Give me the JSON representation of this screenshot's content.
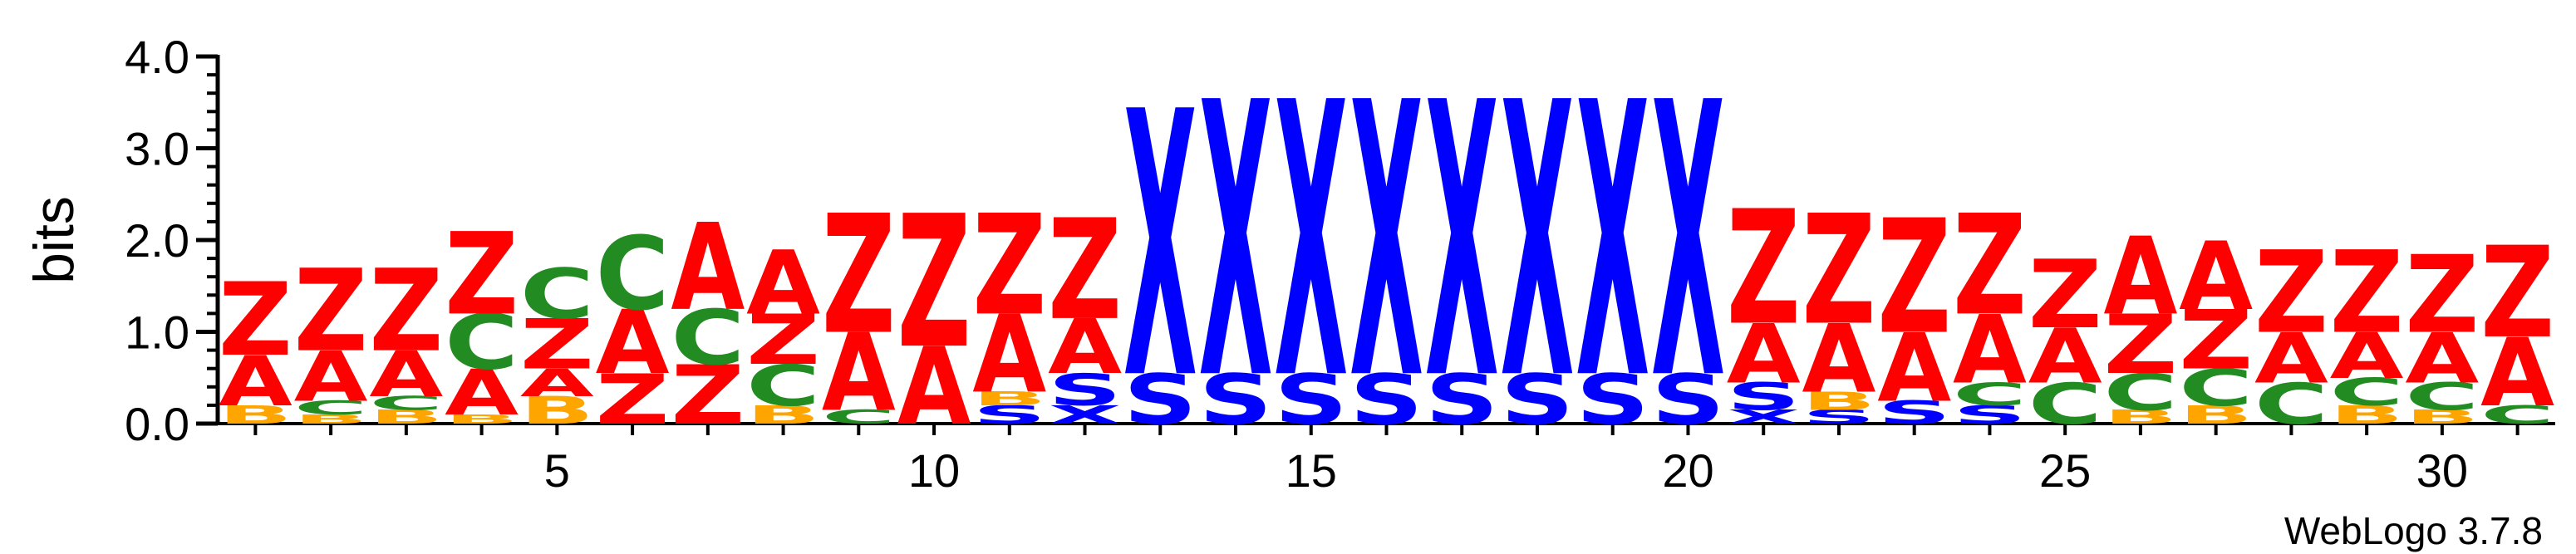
{
  "chart_data": {
    "type": "sequence-logo",
    "ylabel": "bits",
    "xlabel": "",
    "ylim": [
      0,
      4.0
    ],
    "y_ticks": [
      "0.0",
      "1.0",
      "2.0",
      "3.0",
      "4.0"
    ],
    "x_tick_labels": [
      "5",
      "10",
      "15",
      "20",
      "25",
      "30"
    ],
    "colors": {
      "Z": "#ff0000",
      "A": "#ff0000",
      "X": "#0000ff",
      "S": "#0000ff",
      "C": "#228b22",
      "B": "#ffa500"
    },
    "positions": [
      {
        "pos": 1,
        "letters": [
          {
            "c": "B",
            "h": 0.2
          },
          {
            "c": "A",
            "h": 0.55
          },
          {
            "c": "Z",
            "h": 0.8
          }
        ]
      },
      {
        "pos": 2,
        "letters": [
          {
            "c": "B",
            "h": 0.1
          },
          {
            "c": "C",
            "h": 0.15
          },
          {
            "c": "A",
            "h": 0.55
          },
          {
            "c": "Z",
            "h": 0.9
          }
        ]
      },
      {
        "pos": 3,
        "letters": [
          {
            "c": "B",
            "h": 0.15
          },
          {
            "c": "C",
            "h": 0.15
          },
          {
            "c": "A",
            "h": 0.5
          },
          {
            "c": "Z",
            "h": 0.9
          }
        ]
      },
      {
        "pos": 4,
        "letters": [
          {
            "c": "B",
            "h": 0.1
          },
          {
            "c": "A",
            "h": 0.5
          },
          {
            "c": "C",
            "h": 0.6
          },
          {
            "c": "Z",
            "h": 0.9
          }
        ]
      },
      {
        "pos": 5,
        "letters": [
          {
            "c": "B",
            "h": 0.3
          },
          {
            "c": "A",
            "h": 0.3
          },
          {
            "c": "Z",
            "h": 0.55
          },
          {
            "c": "C",
            "h": 0.55
          }
        ]
      },
      {
        "pos": 6,
        "letters": [
          {
            "c": "Z",
            "h": 0.55
          },
          {
            "c": "A",
            "h": 0.7
          },
          {
            "c": "C",
            "h": 0.8
          }
        ]
      },
      {
        "pos": 7,
        "letters": [
          {
            "c": "Z",
            "h": 0.65
          },
          {
            "c": "C",
            "h": 0.6
          },
          {
            "c": "A",
            "h": 0.95
          }
        ]
      },
      {
        "pos": 8,
        "letters": [
          {
            "c": "B",
            "h": 0.2
          },
          {
            "c": "C",
            "h": 0.45
          },
          {
            "c": "Z",
            "h": 0.55
          },
          {
            "c": "A",
            "h": 0.7
          }
        ]
      },
      {
        "pos": 9,
        "letters": [
          {
            "c": "C",
            "h": 0.15
          },
          {
            "c": "A",
            "h": 0.85
          },
          {
            "c": "Z",
            "h": 1.3
          }
        ]
      },
      {
        "pos": 10,
        "letters": [
          {
            "c": "A",
            "h": 0.85
          },
          {
            "c": "Z",
            "h": 1.45
          }
        ]
      },
      {
        "pos": 11,
        "letters": [
          {
            "c": "S",
            "h": 0.2
          },
          {
            "c": "B",
            "h": 0.15
          },
          {
            "c": "A",
            "h": 0.85
          },
          {
            "c": "Z",
            "h": 1.1
          }
        ]
      },
      {
        "pos": 12,
        "letters": [
          {
            "c": "X",
            "h": 0.2
          },
          {
            "c": "S",
            "h": 0.35
          },
          {
            "c": "A",
            "h": 0.6
          },
          {
            "c": "Z",
            "h": 1.1
          }
        ]
      },
      {
        "pos": 13,
        "letters": [
          {
            "c": "S",
            "h": 0.55
          },
          {
            "c": "X",
            "h": 2.9
          }
        ]
      },
      {
        "pos": 14,
        "letters": [
          {
            "c": "S",
            "h": 0.55
          },
          {
            "c": "X",
            "h": 3.0
          }
        ]
      },
      {
        "pos": 15,
        "letters": [
          {
            "c": "S",
            "h": 0.55
          },
          {
            "c": "X",
            "h": 3.0
          }
        ]
      },
      {
        "pos": 16,
        "letters": [
          {
            "c": "S",
            "h": 0.55
          },
          {
            "c": "X",
            "h": 3.0
          }
        ]
      },
      {
        "pos": 17,
        "letters": [
          {
            "c": "S",
            "h": 0.55
          },
          {
            "c": "X",
            "h": 3.0
          }
        ]
      },
      {
        "pos": 18,
        "letters": [
          {
            "c": "S",
            "h": 0.55
          },
          {
            "c": "X",
            "h": 3.0
          }
        ]
      },
      {
        "pos": 19,
        "letters": [
          {
            "c": "S",
            "h": 0.55
          },
          {
            "c": "X",
            "h": 3.0
          }
        ]
      },
      {
        "pos": 20,
        "letters": [
          {
            "c": "S",
            "h": 0.55
          },
          {
            "c": "X",
            "h": 3.0
          }
        ]
      },
      {
        "pos": 21,
        "letters": [
          {
            "c": "X",
            "h": 0.15
          },
          {
            "c": "S",
            "h": 0.3
          },
          {
            "c": "A",
            "h": 0.65
          },
          {
            "c": "Z",
            "h": 1.25
          }
        ]
      },
      {
        "pos": 22,
        "letters": [
          {
            "c": "S",
            "h": 0.15
          },
          {
            "c": "B",
            "h": 0.2
          },
          {
            "c": "A",
            "h": 0.75
          },
          {
            "c": "Z",
            "h": 1.2
          }
        ]
      },
      {
        "pos": 23,
        "letters": [
          {
            "c": "S",
            "h": 0.25
          },
          {
            "c": "A",
            "h": 0.75
          },
          {
            "c": "Z",
            "h": 1.25
          }
        ]
      },
      {
        "pos": 24,
        "letters": [
          {
            "c": "S",
            "h": 0.2
          },
          {
            "c": "C",
            "h": 0.25
          },
          {
            "c": "A",
            "h": 0.75
          },
          {
            "c": "Z",
            "h": 1.1
          }
        ]
      },
      {
        "pos": 25,
        "letters": [
          {
            "c": "C",
            "h": 0.45
          },
          {
            "c": "A",
            "h": 0.6
          },
          {
            "c": "Z",
            "h": 0.75
          }
        ]
      },
      {
        "pos": 26,
        "letters": [
          {
            "c": "B",
            "h": 0.15
          },
          {
            "c": "C",
            "h": 0.4
          },
          {
            "c": "Z",
            "h": 0.65
          },
          {
            "c": "A",
            "h": 0.85
          }
        ]
      },
      {
        "pos": 27,
        "letters": [
          {
            "c": "B",
            "h": 0.2
          },
          {
            "c": "C",
            "h": 0.4
          },
          {
            "c": "Z",
            "h": 0.65
          },
          {
            "c": "A",
            "h": 0.75
          }
        ]
      },
      {
        "pos": 28,
        "letters": [
          {
            "c": "C",
            "h": 0.45
          },
          {
            "c": "A",
            "h": 0.55
          },
          {
            "c": "Z",
            "h": 0.9
          }
        ]
      },
      {
        "pos": 29,
        "letters": [
          {
            "c": "B",
            "h": 0.2
          },
          {
            "c": "C",
            "h": 0.3
          },
          {
            "c": "A",
            "h": 0.5
          },
          {
            "c": "Z",
            "h": 0.9
          }
        ]
      },
      {
        "pos": 30,
        "letters": [
          {
            "c": "B",
            "h": 0.15
          },
          {
            "c": "C",
            "h": 0.3
          },
          {
            "c": "A",
            "h": 0.55
          },
          {
            "c": "Z",
            "h": 0.85
          }
        ]
      },
      {
        "pos": 31,
        "letters": [
          {
            "c": "C",
            "h": 0.2
          },
          {
            "c": "A",
            "h": 0.75
          },
          {
            "c": "Z",
            "h": 1.0
          }
        ]
      }
    ]
  },
  "footer": {
    "version_label": "WebLogo 3.7.8"
  }
}
